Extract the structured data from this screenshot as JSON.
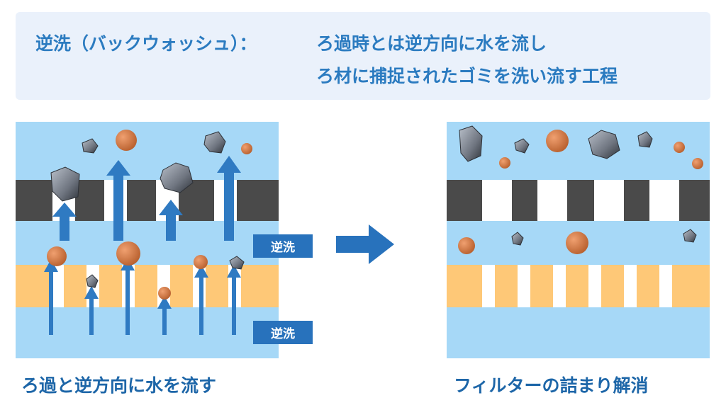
{
  "header": {
    "label": "逆洗（バックウォッシュ）：",
    "line1": "ろ過時とは逆方向に水を流し",
    "line2": "ろ材に捕捉されたゴミを洗い流す工程"
  },
  "left_panel": {
    "tags": [
      "逆洗",
      "逆洗"
    ],
    "caption": "ろ過と逆方向に水を流す"
  },
  "right_panel": {
    "caption": "フィルターの詰まり解消"
  },
  "colors": {
    "title_blue": "#2b7bc0",
    "header_bg": "#eaf1fb",
    "water": "#a6d8f7",
    "filter_dark": "#4a4a4a",
    "filter_sand": "#fec877",
    "arrow": "#2f7ac2",
    "tag_bg": "#2872bc",
    "particle": "#d5814f",
    "rock": "#7a7f87"
  }
}
